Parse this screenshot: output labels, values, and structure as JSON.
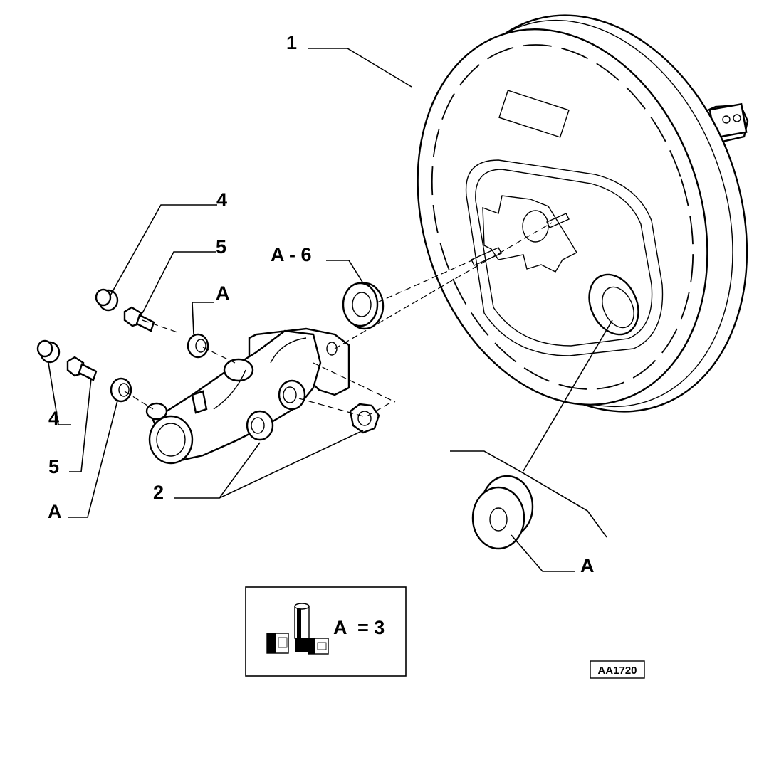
{
  "callouts": {
    "booster": "1",
    "master_cylinder": "2",
    "plug_upper": "4",
    "plug_lower": "4",
    "screw_upper": "5",
    "screw_lower": "5",
    "seal_upper": "A",
    "seal_lower": "A",
    "seal_a6": "A - 6",
    "grommet": "A"
  },
  "legend": {
    "label": "A",
    "equals": "= 3"
  },
  "reference_code": "AA1720"
}
